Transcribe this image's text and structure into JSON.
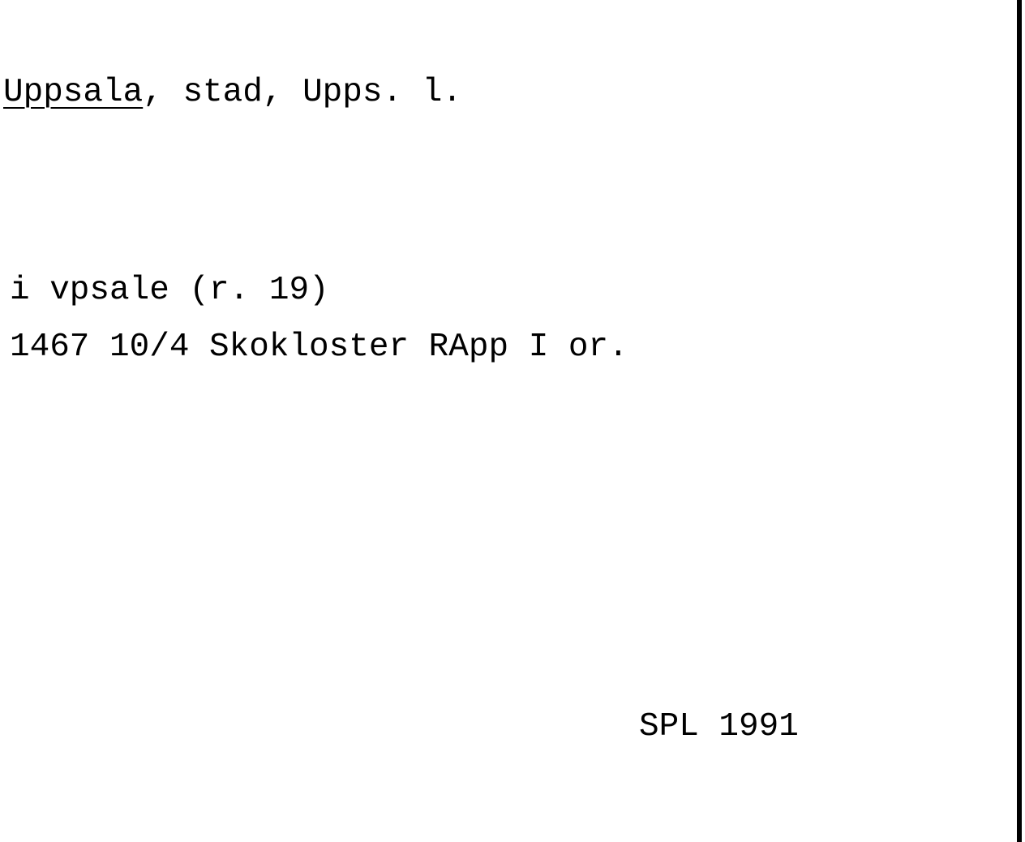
{
  "card": {
    "heading_place": "Uppsala",
    "heading_rest": ", stad, Upps. l.",
    "form": "i vpsale (r. 19)",
    "source": "1467 10/4 Skokloster RApp I or.",
    "signature": "SPL 1991"
  }
}
